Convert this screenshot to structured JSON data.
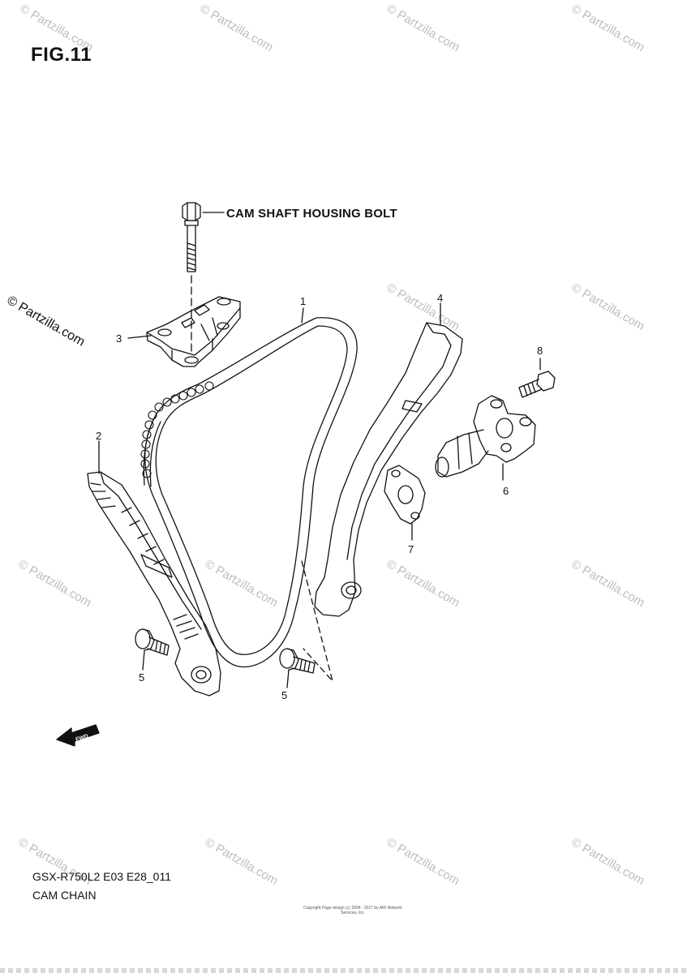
{
  "figure": {
    "title": "FIG.11"
  },
  "labels": {
    "bolt_label": "CAM SHAFT HOUSING BOLT",
    "fwd": "FWD"
  },
  "callouts": {
    "c1": "1",
    "c2": "2",
    "c3": "3",
    "c4": "4",
    "c5a": "5",
    "c5b": "5",
    "c6": "6",
    "c7": "7",
    "c8": "8"
  },
  "footer": {
    "model_code": "GSX-R750L2 E03 E28_011",
    "section_name": "CAM CHAIN",
    "copyright": "Copyright Page design (c) 2004 - 2017 by ARI Network Services, Inc."
  },
  "watermark": {
    "text": "© Partzilla.com"
  },
  "colors": {
    "line": "#111111",
    "watermark": "#bdbdbd",
    "background": "#ffffff"
  }
}
